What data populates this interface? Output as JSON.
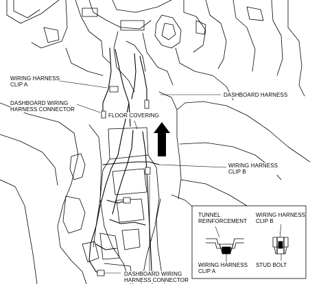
{
  "labels": {
    "wiring_harness_clip_a": [
      "WIRING HARNESS",
      "CLIP A"
    ],
    "dashboard_wiring_harness_connector_top": [
      "DASHBOARD WIRING",
      "HARNESS CONNECTOR"
    ],
    "dashboard_harness": [
      "DASHBOARD HARNESS"
    ],
    "floor_covering": [
      "FLOOR COVERING"
    ],
    "wiring_harness_clip_b": [
      "WIRING HARNESS",
      "CLIP B"
    ],
    "dashboard_wiring_harness_connector_bottom": [
      "DASHBOARD WIRING",
      "HARNESS CONNECTOR"
    ]
  },
  "inset": {
    "tunnel_reinforcement": [
      "TUNNEL",
      "REINFORCEMENT"
    ],
    "wiring_harness_clip_b": [
      "WIRING HARNESS",
      "CLIP B"
    ],
    "wiring_harness_clip_a": [
      "WIRING HARNESS",
      "CLIP A"
    ],
    "stud_bolt": [
      "STUD BOLT"
    ]
  },
  "colors": {
    "line": "#000000",
    "background": "#ffffff",
    "arrow": "#000000"
  },
  "icons": {
    "direction_arrow": "up-arrow-icon"
  }
}
